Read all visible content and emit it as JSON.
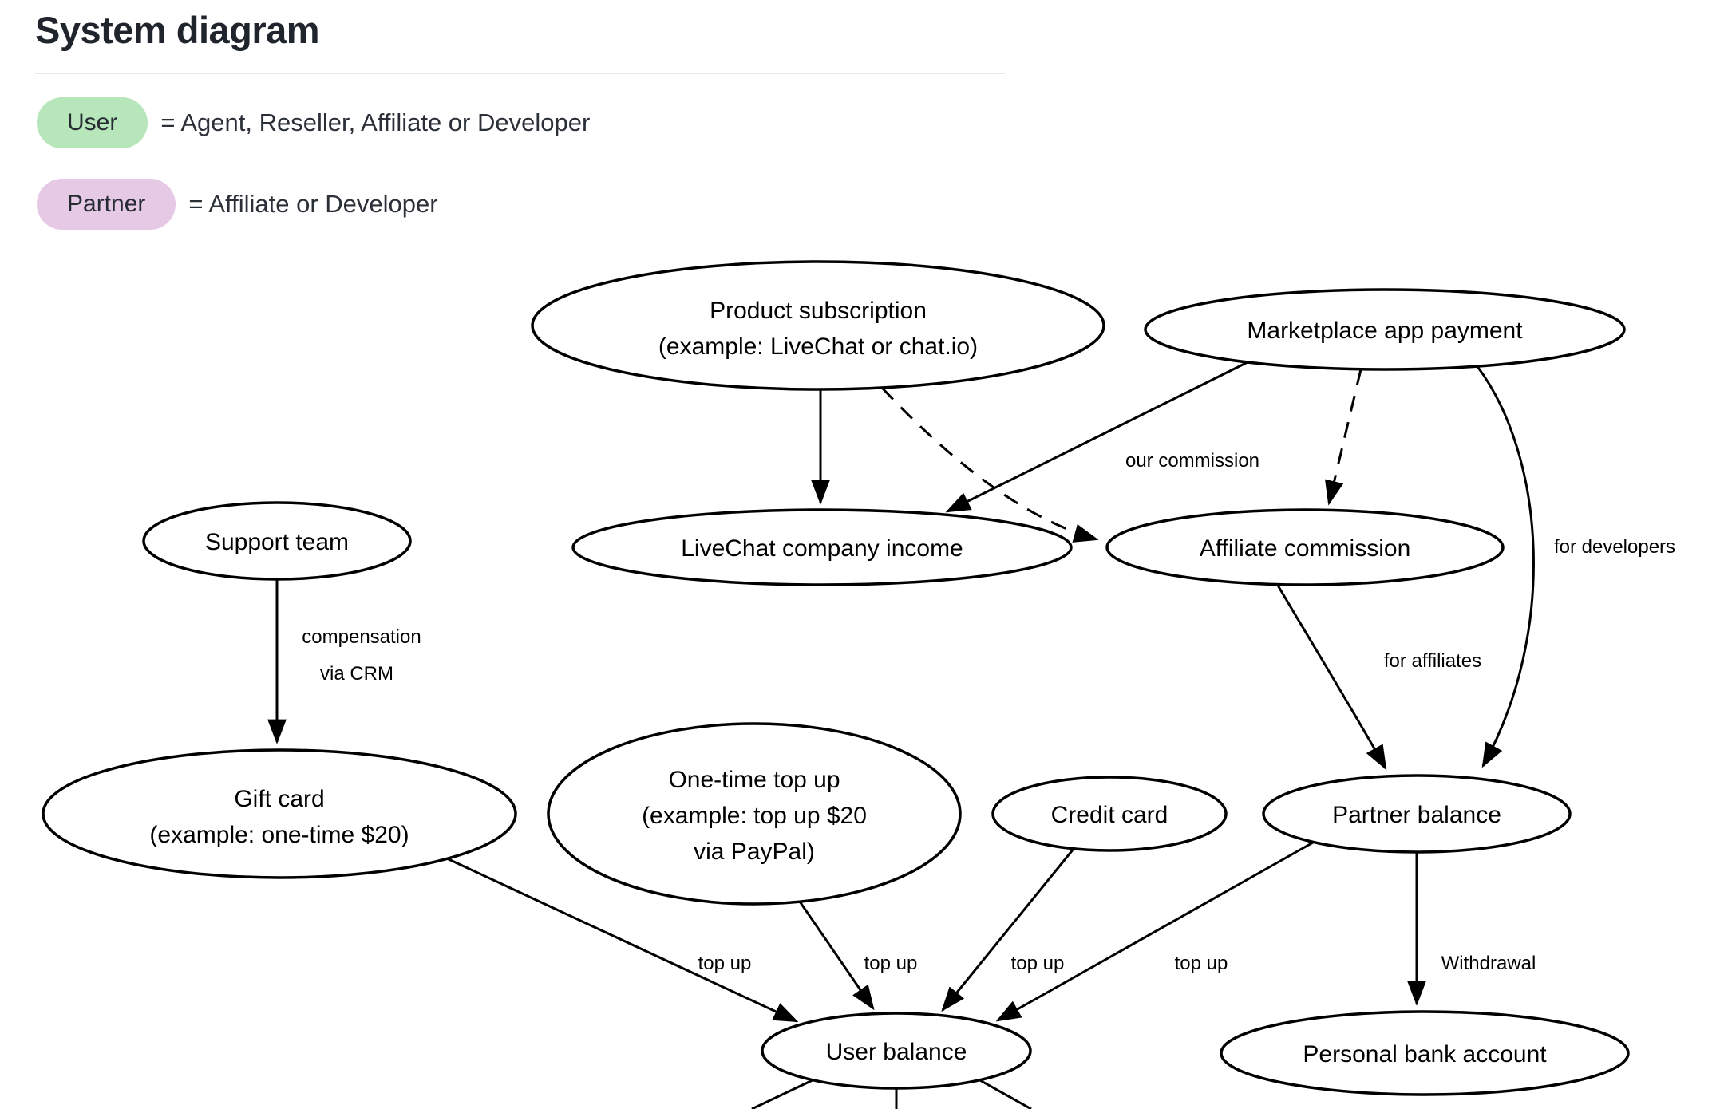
{
  "page": {
    "title": "System diagram"
  },
  "legend": {
    "items": [
      {
        "pill": "User",
        "description": "= Agent, Reseller, Affiliate or Developer"
      },
      {
        "pill": "Partner",
        "description": "= Affiliate or Developer"
      }
    ]
  },
  "colors": {
    "user_green": "#b7e6ba",
    "partner_pink": "#e6c9e5",
    "node_green": "#b2e2b0",
    "node_pink": "#e5c7e4",
    "node_white": "#ffffff",
    "line_black": "#000000"
  },
  "diagram": {
    "nodes": {
      "product_subscription": {
        "lines": [
          "Product subscription",
          "(example: LiveChat or chat.io)"
        ]
      },
      "marketplace_app_payment": {
        "label": "Marketplace app payment"
      },
      "support_team": {
        "label": "Support team"
      },
      "livechat_company_income": {
        "label": "LiveChat company income"
      },
      "affiliate_commission": {
        "label": "Affiliate commission"
      },
      "gift_card": {
        "lines": [
          "Gift card",
          "(example: one-time $20)"
        ]
      },
      "one_time_top_up": {
        "lines": [
          "One-time top up",
          "(example: top up $20",
          "via PayPal)"
        ]
      },
      "credit_card": {
        "label": "Credit card"
      },
      "partner_balance": {
        "label": "Partner balance"
      },
      "user_balance": {
        "label": "User balance"
      },
      "personal_bank_account": {
        "label": "Personal bank account"
      }
    },
    "edges": [
      {
        "from": "product_subscription",
        "to": "livechat_company_income",
        "style": "solid",
        "label": ""
      },
      {
        "from": "marketplace_app_payment",
        "to": "livechat_company_income",
        "style": "solid",
        "label": "our commission"
      },
      {
        "from": "product_subscription",
        "to": "affiliate_commission",
        "style": "dashed",
        "label": ""
      },
      {
        "from": "marketplace_app_payment",
        "to": "affiliate_commission",
        "style": "dashed",
        "label": ""
      },
      {
        "from": "marketplace_app_payment",
        "to": "partner_balance",
        "style": "solid",
        "label": "for developers"
      },
      {
        "from": "affiliate_commission",
        "to": "partner_balance",
        "style": "solid",
        "label": "for affiliates"
      },
      {
        "from": "support_team",
        "to": "gift_card",
        "style": "solid",
        "label_lines": [
          "compensation",
          "via CRM"
        ]
      },
      {
        "from": "gift_card",
        "to": "user_balance",
        "style": "solid",
        "label": "top up"
      },
      {
        "from": "one_time_top_up",
        "to": "user_balance",
        "style": "solid",
        "label": "top up"
      },
      {
        "from": "credit_card",
        "to": "user_balance",
        "style": "solid",
        "label": "top up"
      },
      {
        "from": "partner_balance",
        "to": "user_balance",
        "style": "solid",
        "label": "top up"
      },
      {
        "from": "partner_balance",
        "to": "personal_bank_account",
        "style": "solid",
        "label": "Withdrawal"
      }
    ]
  }
}
